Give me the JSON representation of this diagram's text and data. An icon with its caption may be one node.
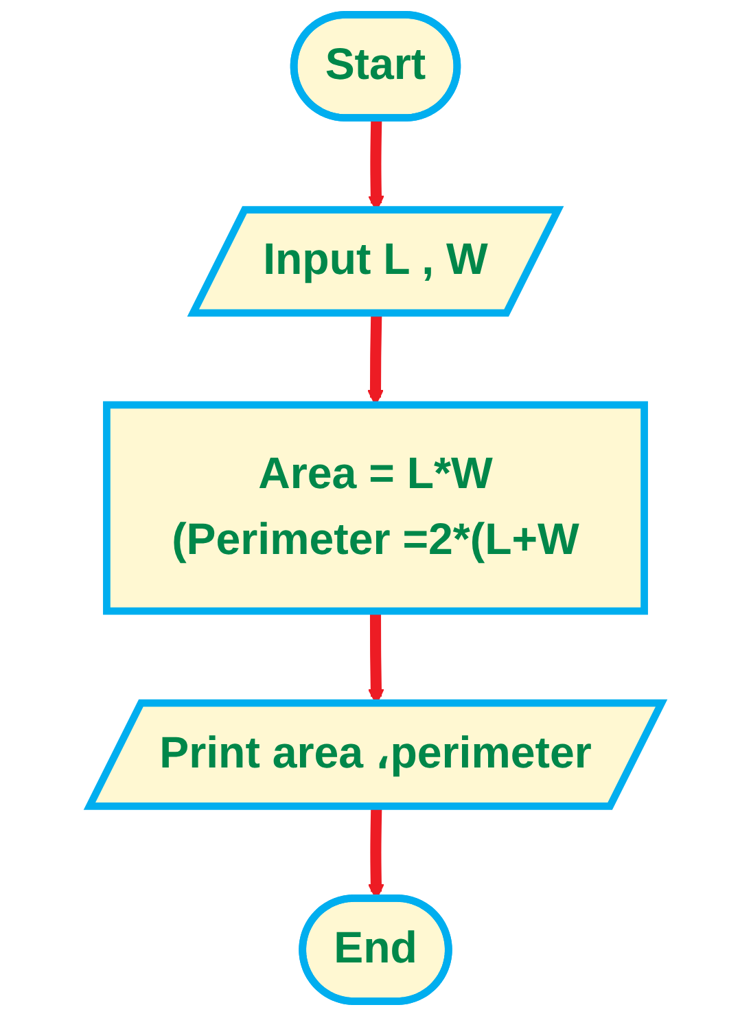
{
  "diagram": {
    "nodes": [
      {
        "text": [
          "Start"
        ]
      },
      {
        "text": [
          "Input L , W"
        ]
      },
      {
        "text": [
          "Area = L*W",
          "(Perimeter =2*(L+W"
        ]
      },
      {
        "text": [
          "Print area ،perimeter"
        ]
      },
      {
        "text": [
          "End"
        ]
      }
    ],
    "edges": [
      {
        "from": 0,
        "to": 1,
        "arrow": "to"
      },
      {
        "from": 1,
        "to": 2,
        "arrow": "to"
      },
      {
        "from": 2,
        "to": 3,
        "arrow": "to"
      },
      {
        "from": 3,
        "to": 4,
        "arrow": "to"
      }
    ]
  }
}
